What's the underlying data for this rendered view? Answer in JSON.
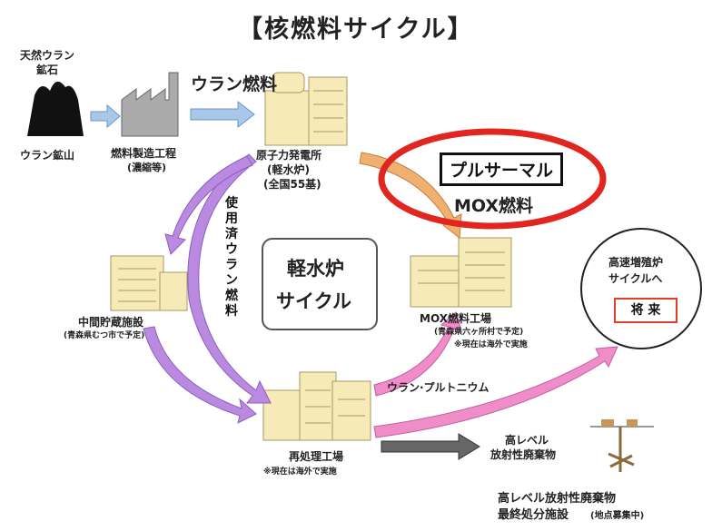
{
  "title": "【核燃料サイクル】",
  "nodes": {
    "natural_uranium": {
      "line1": "天然ウラン",
      "line2": "鉱石"
    },
    "uranium_mine": "ウラン鉱山",
    "fuel_fab": {
      "line1": "燃料製造工程",
      "line2": "(濃縮等)"
    },
    "uranium_fuel": "ウラン燃料",
    "npp": {
      "line1": "原子力発電所",
      "line2": "(軽水炉)",
      "line3": "(全国55基)"
    },
    "pluthermal": "プルサーマル",
    "mox_fuel": "MOX燃料",
    "spent_fuel": [
      "使",
      "用",
      "済",
      "ウ",
      "ラ",
      "ン",
      "燃",
      "料"
    ],
    "lwr_cycle": {
      "line1": "軽水炉",
      "line2": "サイクル"
    },
    "interim_storage": {
      "line1": "中間貯蔵施設",
      "line2": "(青森県むつ市で予定)"
    },
    "mox_plant": {
      "line1": "MOX燃料工場",
      "line2": "(青森県六ヶ所村で予定)",
      "line3": "※現在は海外で実施"
    },
    "fbr": {
      "line1": "高速増殖炉",
      "line2": "サイクルへ",
      "future": "将 来"
    },
    "uranium_plutonium": "ウラン·プルトニウム",
    "reprocessing": {
      "line1": "再処理工場",
      "line2": "※現在は海外で実施"
    },
    "hlw": {
      "line1": "高レベル",
      "line2": "放射性廃棄物"
    },
    "disposal": {
      "line1": "高レベル放射性廃棄物",
      "line2": "最終処分施設",
      "line3": "(地点募集中)"
    }
  },
  "colors": {
    "purple_arrow": "#b98ae0",
    "pink_arrow": "#f08cc8",
    "orange_arrow": "#f0b070",
    "blue_arrow": "#a8c8ea",
    "building": "#f6eab8",
    "red_ellipse": "#e0261e",
    "gray_arrow": "#666666"
  }
}
